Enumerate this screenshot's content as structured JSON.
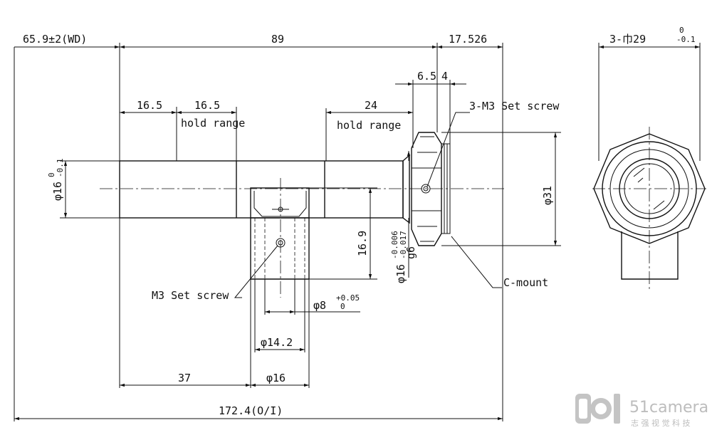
{
  "dims": {
    "wd": "65.9±2(WD)",
    "len89": "89",
    "len17526": "17.526",
    "len6_5": "6.5",
    "len4": "4",
    "len16_5a": "16.5",
    "len16_5b": "16.5",
    "len24": "24",
    "phi16": "φ16",
    "phi16_sup": "0",
    "phi16_sub": "-0.1",
    "phi31": "φ31",
    "len16_9": "16.9",
    "g6_phi": "φ16",
    "g6_sup": "-0.006",
    "g6_sub": "-0.017",
    "g6": "g6",
    "phi8": "φ8",
    "phi8_sup": "+0.05",
    "phi8_sub": "0",
    "phi14_2": "φ14.2",
    "len37": "37",
    "phi16b": "φ16",
    "total": "172.4(O/I)",
    "side_dia": "3-巾29",
    "side_sup": "0",
    "side_sub": "-0.1"
  },
  "labels": {
    "hold1": "hold range",
    "hold2": "hold range",
    "setscrew_top": "3-M3 Set screw",
    "setscrew_bottom": "M3 Set screw",
    "cmount": "C-mount"
  },
  "watermark": {
    "brand": "51camera",
    "tagline": "志 强 视 觉 科 技"
  }
}
